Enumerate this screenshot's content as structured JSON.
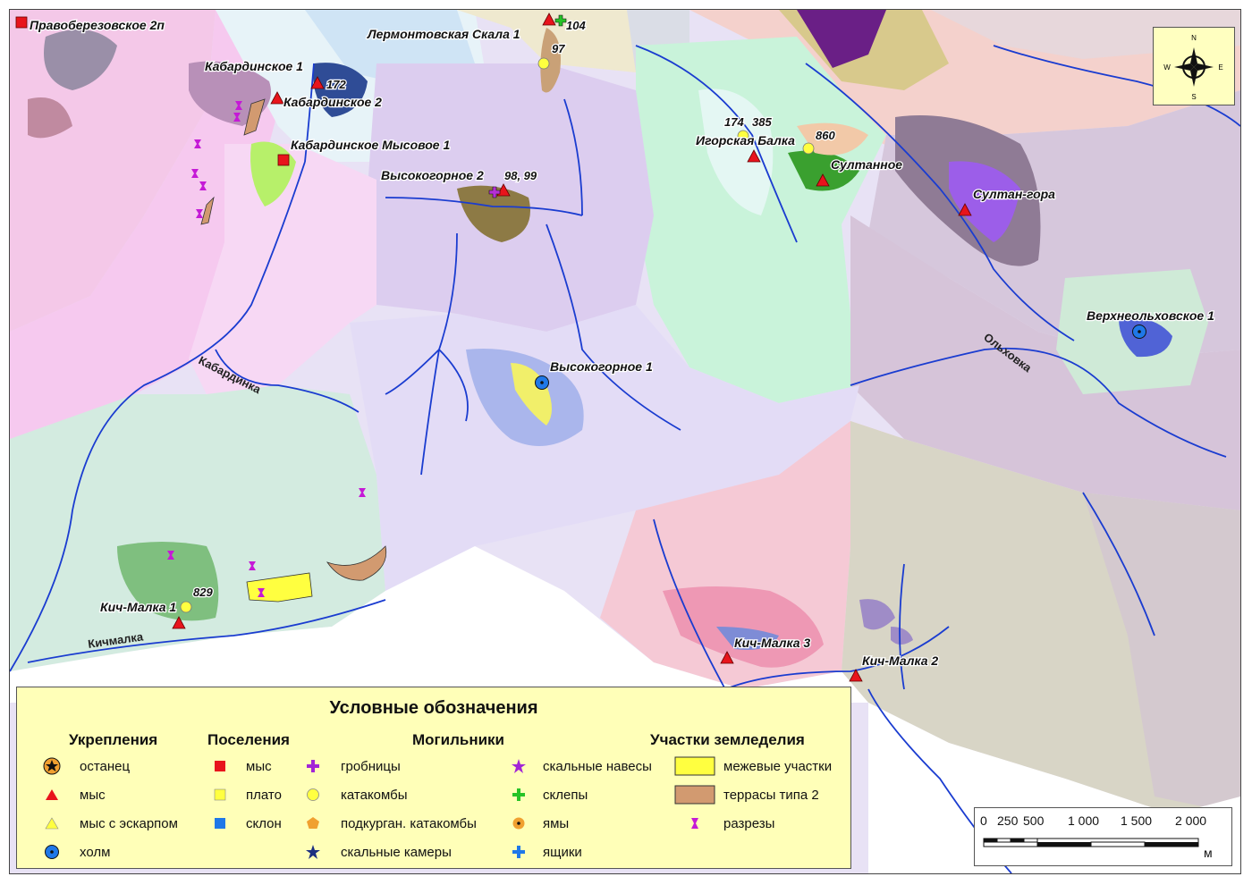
{
  "map": {
    "settlement_labels": [
      {
        "id": "pravoberezovskoe",
        "text": "Правоберезовское 2п"
      },
      {
        "id": "kabardinskoe1",
        "text": "Кабардинское 1"
      },
      {
        "id": "kabardinskoe2",
        "text": "Кабардинское 2"
      },
      {
        "id": "kabardinskoe-mysovoe",
        "text": "Кабардинское Мысовое 1"
      },
      {
        "id": "lermontovskaya",
        "text": "Лермонтовская Скала 1"
      },
      {
        "id": "vysokogornoe2",
        "text": "Высокогорное 2"
      },
      {
        "id": "vysokogornoe1",
        "text": "Высокогорное 1"
      },
      {
        "id": "igorskaya",
        "text": "Игорская Балка"
      },
      {
        "id": "sultannoe",
        "text": "Султанное"
      },
      {
        "id": "sultan-gora",
        "text": "Султан-гора"
      },
      {
        "id": "verkhneolkhovskoe",
        "text": "Верхнеольховское 1"
      },
      {
        "id": "kich-malka1",
        "text": "Кич-Малка 1"
      },
      {
        "id": "kich-malka3",
        "text": "Кич-Малка 3"
      },
      {
        "id": "kich-malka2",
        "text": "Кич-Малка 2"
      }
    ],
    "site_numbers": {
      "n104": "104",
      "n97": "97",
      "n172": "172",
      "n98_99": "98, 99",
      "n174": "174",
      "n385": "385",
      "n860": "860",
      "n829": "829"
    },
    "river_labels": {
      "kabardinka": "Кабардинка",
      "olkhovka": "Ольховка",
      "kichmalka": "Кичмалка"
    }
  },
  "north_arrow": {
    "n": "N",
    "s": "S",
    "e": "E",
    "w": "W"
  },
  "scale_bar": {
    "labels": [
      "0",
      "250",
      "500",
      "1 000",
      "1 500",
      "2 000"
    ],
    "unit": "м"
  },
  "legend": {
    "title": "Условные обозначения",
    "headers": {
      "fortifications": "Укрепления",
      "settlements": "Поселения",
      "cemeteries": "Могильники",
      "farming": "Участки земледелия"
    },
    "fortifications": [
      {
        "symbol": "star-circle-icon",
        "label": "останец"
      },
      {
        "symbol": "red-triangle-icon",
        "label": "мыс"
      },
      {
        "symbol": "yellow-triangle-icon",
        "label": "мыс с эскарпом"
      },
      {
        "symbol": "blue-circle-dot-icon",
        "label": "холм"
      }
    ],
    "settlements": [
      {
        "symbol": "red-square-icon",
        "label": "мыс"
      },
      {
        "symbol": "yellow-square-icon",
        "label": "плато"
      },
      {
        "symbol": "blue-square-icon",
        "label": "склон"
      }
    ],
    "cemeteries_col1": [
      {
        "symbol": "purple-cross-icon",
        "label": "гробницы"
      },
      {
        "symbol": "yellow-circle-icon",
        "label": "катакомбы"
      },
      {
        "symbol": "orange-pentagon-icon",
        "label": "подкурган. катакомбы"
      },
      {
        "symbol": "blue-star-icon",
        "label": "скальные камеры"
      }
    ],
    "cemeteries_col2": [
      {
        "symbol": "purple-star-icon",
        "label": "скальные навесы"
      },
      {
        "symbol": "green-cross-icon",
        "label": "склепы"
      },
      {
        "symbol": "orange-circle-dot-icon",
        "label": "ямы"
      },
      {
        "symbol": "blue-cross-icon",
        "label": "ящики"
      }
    ],
    "farming": [
      {
        "symbol": "yellow-rect-icon",
        "label": "межевые участки"
      },
      {
        "symbol": "tan-rect-icon",
        "label": "террасы типа 2"
      },
      {
        "symbol": "cut-icon",
        "label": "разрезы"
      }
    ]
  }
}
